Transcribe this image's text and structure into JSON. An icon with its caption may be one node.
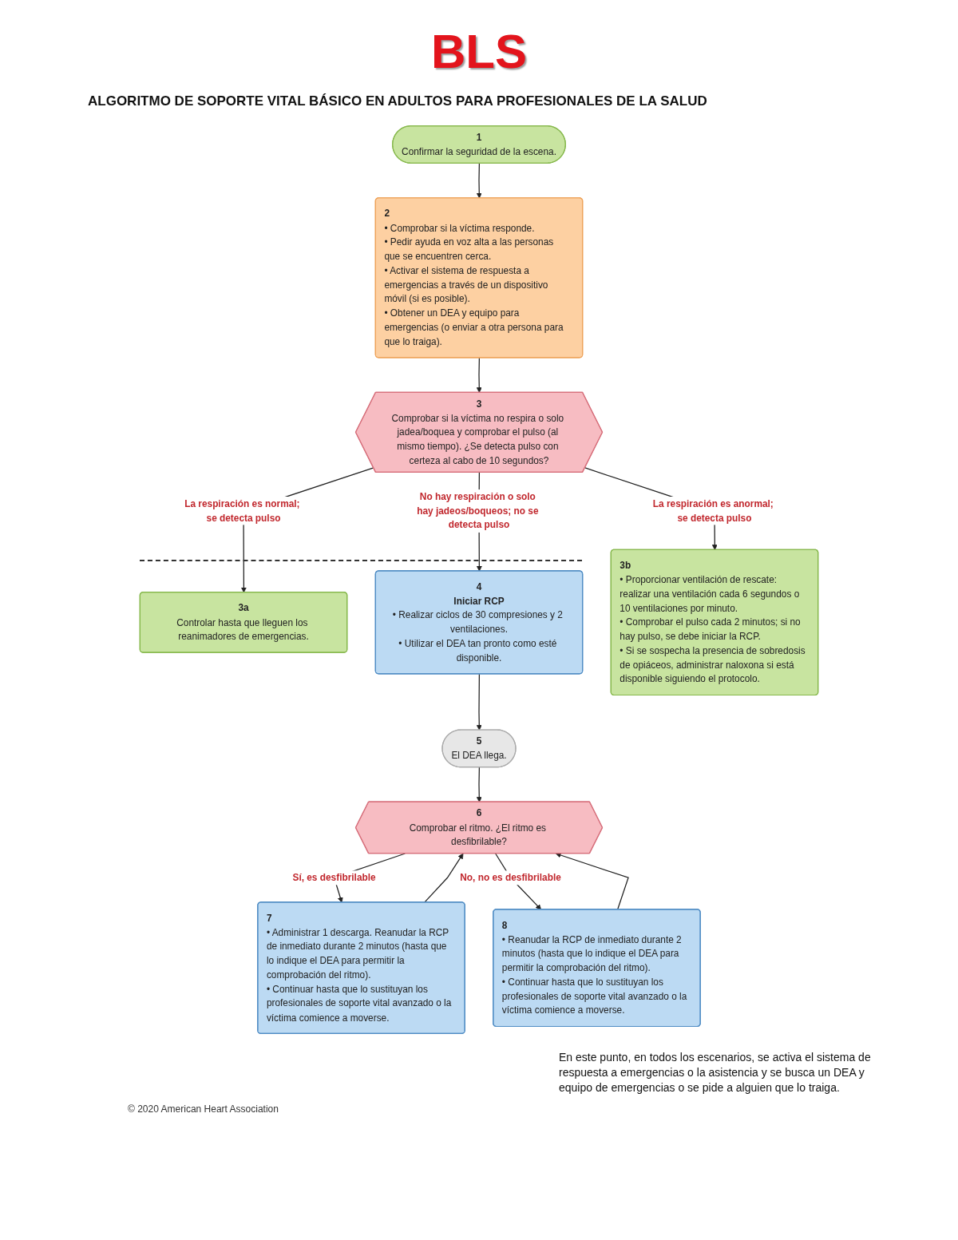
{
  "diagram": {
    "title": "BLS",
    "nodes": [
      {
        "text": [
          "1",
          "Confirmar la seguridad de la escena."
        ]
      },
      {
        "text": [
          "2",
          "• Comprobar si la víctima responde.",
          "• Pedir ayuda en voz alta a las personas que se encuentren cerca.",
          "• Activar el sistema de respuesta a emergencias a través de un dispositivo móvil (si es posible).",
          "• Obtener un DEA y equipo para emergencias (o enviar a otra persona para que lo traiga)."
        ]
      },
      {
        "text": [
          "3",
          "Comprobar si la víctima no respira o solo jadea/boquea y comprobar el pulso (al mismo tiempo). ¿Se detecta pulso con certeza al cabo de 10 segundos?"
        ]
      },
      {
        "text": [
          "3a",
          "Controlar hasta que lleguen los reanimadores de emergencias."
        ]
      },
      {
        "text": [
          "3b",
          "• Proporcionar ventilación de rescate: realizar una ventilación cada 6 segundos o 10 ventilaciones por minuto.",
          "• Comprobar el pulso cada 2 minutos; si no hay pulso, se debe iniciar la RCP.",
          "• Si se sospecha la presencia de sobredosis de opiáceos, administrar naloxona si está disponible siguiendo el protocolo."
        ]
      },
      {
        "text": [
          "4",
          "Iniciar RCP",
          "• Realizar ciclos de 30 compresiones y 2 ventilaciones.",
          "• Utilizar el DEA tan pronto como esté disponible."
        ]
      },
      {
        "text": [
          "5",
          "El DEA llega."
        ]
      },
      {
        "text": [
          "6",
          "Comprobar el ritmo. ¿El ritmo es desfibrilable?"
        ]
      },
      {
        "text": [
          "7",
          "• Administrar 1 descarga. Reanudar la RCP de inmediato durante 2 minutos (hasta que lo indique el DEA para permitir la comprobación del ritmo).",
          "• Continuar hasta que lo sustituyan los profesionales de soporte vital avanzado o la víctima comience a moverse."
        ]
      },
      {
        "text": [
          "8",
          "• Reanudar la RCP de inmediato durante 2 minutos (hasta que lo indique el DEA para permitir la comprobación del ritmo).",
          "• Continuar hasta que lo sustituyan los profesionales de soporte vital avanzado o la víctima comience a moverse."
        ]
      }
    ],
    "edges": [
      {
        "from": 0,
        "to": 1,
        "arrow": "to"
      },
      {
        "from": 1,
        "to": 2,
        "arrow": "to"
      },
      {
        "from": 2,
        "to": 3,
        "arrow": "to",
        "label": "La respiración es normal; se detecta pulso"
      },
      {
        "from": 2,
        "to": 5,
        "arrow": "to",
        "label": "No hay respiración o solo hay jadeos/boqueos; no se detecta pulso"
      },
      {
        "from": 2,
        "to": 4,
        "arrow": "to",
        "label": "La respiración es anormal; se detecta pulso"
      },
      {
        "from": 5,
        "to": 6,
        "arrow": "to"
      },
      {
        "from": 6,
        "to": 7,
        "arrow": "to"
      },
      {
        "from": 7,
        "to": 8,
        "arrow": "to",
        "label": "Sí, es desfibrilable"
      },
      {
        "from": 7,
        "to": 9,
        "arrow": "to",
        "label": "No, no es desfibrilable"
      },
      {
        "from": 8,
        "to": 7,
        "arrow": "to"
      },
      {
        "from": 9,
        "to": 7,
        "arrow": "to"
      }
    ],
    "labels": [
      "ALGORITMO DE SOPORTE VITAL BÁSICO EN ADULTOS PARA PROFESIONALES DE LA SALUD",
      "En este punto, en todos los escenarios, se activa el sistema de respuesta a emergencias o la asistencia y se busca un DEA y equipo de emergencias o se pide a alguien que lo traiga."
    ],
    "caption": "© 2020 American Heart Association"
  }
}
